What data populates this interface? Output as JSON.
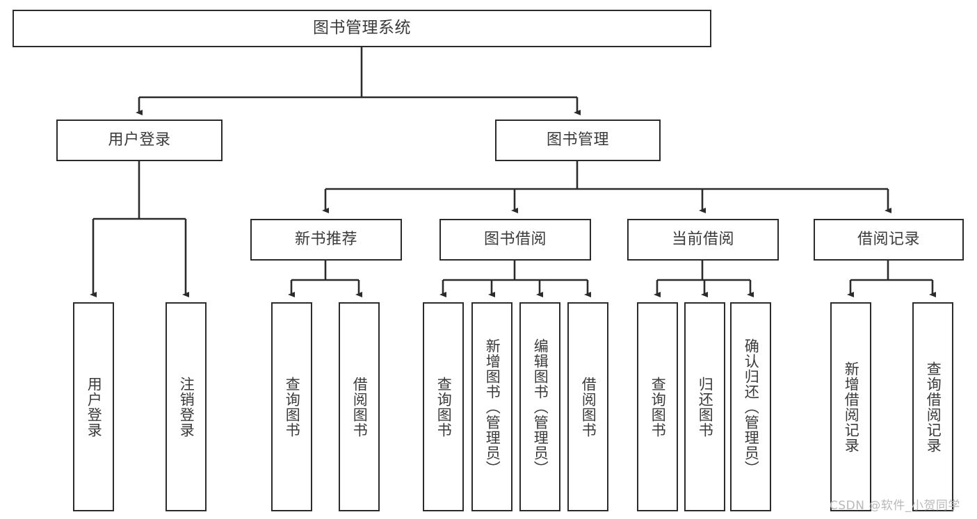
{
  "diagram": {
    "title": "图书管理系统",
    "type": "tree-hierarchy-diagram",
    "watermark": "CSDN @软件_小贺同学",
    "colors": {
      "border": "#2b2b2b",
      "text": "#3a3a3a",
      "background": "#ffffff",
      "watermark": "#b9b9b9"
    },
    "nodes": {
      "root": {
        "label": "图书管理系统"
      },
      "level2": [
        {
          "label": "用户登录"
        },
        {
          "label": "图书管理"
        }
      ],
      "level3": [
        {
          "label": "新书推荐"
        },
        {
          "label": "图书借阅"
        },
        {
          "label": "当前借阅"
        },
        {
          "label": "借阅记录"
        }
      ],
      "leaves": {
        "user_login": [
          {
            "label": "用户登录"
          },
          {
            "label": "注销登录"
          }
        ],
        "new_book_recommend": [
          {
            "label": "查询图书"
          },
          {
            "label": "借阅图书"
          }
        ],
        "book_borrow": [
          {
            "label": "查询图书"
          },
          {
            "label": "新增图书（管理员）"
          },
          {
            "label": "编辑图书（管理员）"
          },
          {
            "label": "借阅图书"
          }
        ],
        "current_borrow": [
          {
            "label": "查询图书"
          },
          {
            "label": "归还图书"
          },
          {
            "label": "确认归还（管理员）"
          }
        ],
        "borrow_record": [
          {
            "label": "新增借阅记录"
          },
          {
            "label": "查询借阅记录"
          }
        ]
      }
    }
  }
}
